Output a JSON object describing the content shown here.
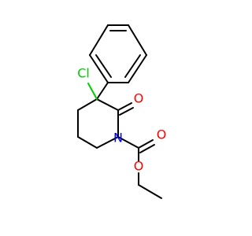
{
  "molecule": {
    "atoms": {
      "cl": "Cl",
      "o_ketone": "O",
      "n": "N",
      "o_carbonyl": "O",
      "o_ester": "O"
    },
    "colors": {
      "bond": "#000000",
      "chlorine": "#00cc00",
      "oxygen": "#ff0000",
      "nitrogen": "#0000ff"
    }
  }
}
